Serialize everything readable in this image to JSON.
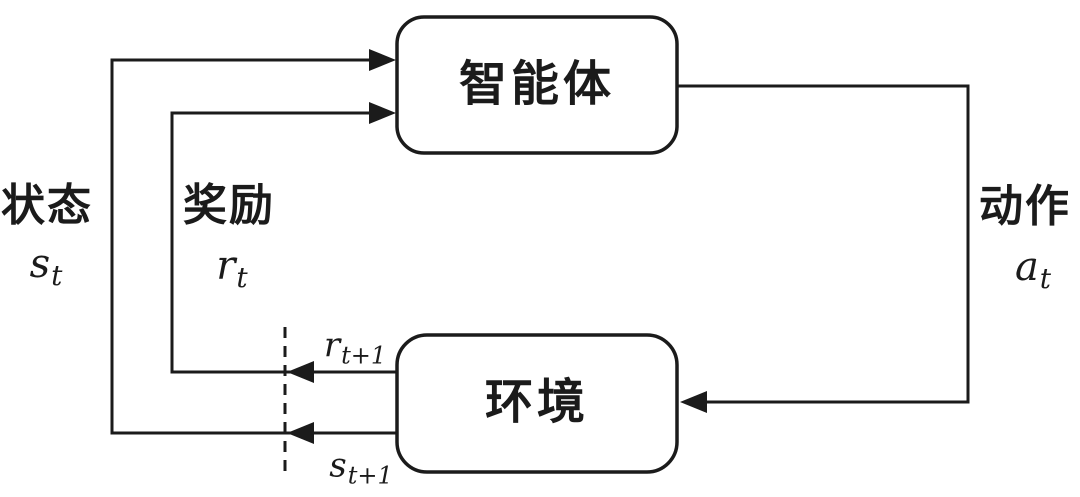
{
  "diagram": {
    "nodes": {
      "agent": {
        "label": "智能体"
      },
      "environment": {
        "label": "环境"
      }
    },
    "edges": {
      "state": {
        "label": "状态",
        "symbol": "s",
        "subscript": "t"
      },
      "reward": {
        "label": "奖励",
        "symbol": "r",
        "subscript": "t"
      },
      "action": {
        "label": "动作",
        "symbol": "a",
        "subscript": "t"
      },
      "next_reward": {
        "symbol": "r",
        "subscript": "t+1"
      },
      "next_state": {
        "symbol": "s",
        "subscript": "t+1"
      }
    },
    "colors": {
      "line": "#1b1b1b",
      "background": "#ffffff",
      "box_fill": "#ffffff"
    }
  }
}
